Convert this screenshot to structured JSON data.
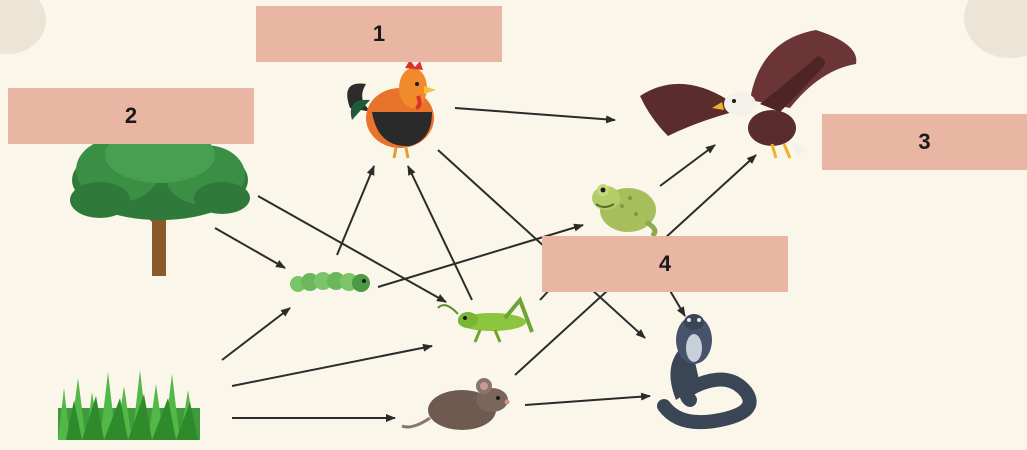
{
  "labels": {
    "box_1": "1",
    "box_2": "2",
    "box_3": "3",
    "box_4": "4"
  },
  "organisms": [
    {
      "id": "tree",
      "icon": "tree-icon"
    },
    {
      "id": "grass",
      "icon": "grass-icon"
    },
    {
      "id": "caterpillar",
      "icon": "caterpillar-icon"
    },
    {
      "id": "grasshopper",
      "icon": "grasshopper-icon"
    },
    {
      "id": "mouse",
      "icon": "mouse-icon"
    },
    {
      "id": "rooster",
      "icon": "rooster-icon"
    },
    {
      "id": "frog",
      "icon": "frog-icon"
    },
    {
      "id": "eagle",
      "icon": "eagle-icon"
    },
    {
      "id": "snake",
      "icon": "snake-icon"
    }
  ],
  "links": [
    {
      "from": "tree",
      "to": "caterpillar"
    },
    {
      "from": "tree",
      "to": "grasshopper"
    },
    {
      "from": "grass",
      "to": "caterpillar"
    },
    {
      "from": "grass",
      "to": "grasshopper"
    },
    {
      "from": "grass",
      "to": "mouse"
    },
    {
      "from": "caterpillar",
      "to": "rooster"
    },
    {
      "from": "caterpillar",
      "to": "frog"
    },
    {
      "from": "grasshopper",
      "to": "rooster"
    },
    {
      "from": "grasshopper",
      "to": "frog"
    },
    {
      "from": "mouse",
      "to": "snake"
    },
    {
      "from": "mouse",
      "to": "eagle"
    },
    {
      "from": "rooster",
      "to": "eagle"
    },
    {
      "from": "rooster",
      "to": "snake"
    },
    {
      "from": "frog",
      "to": "eagle"
    },
    {
      "from": "frog",
      "to": "snake"
    }
  ],
  "colors": {
    "background": "#fbf6ea",
    "label_box": "#e9b6a4",
    "arrow": "#2b2b2b"
  }
}
